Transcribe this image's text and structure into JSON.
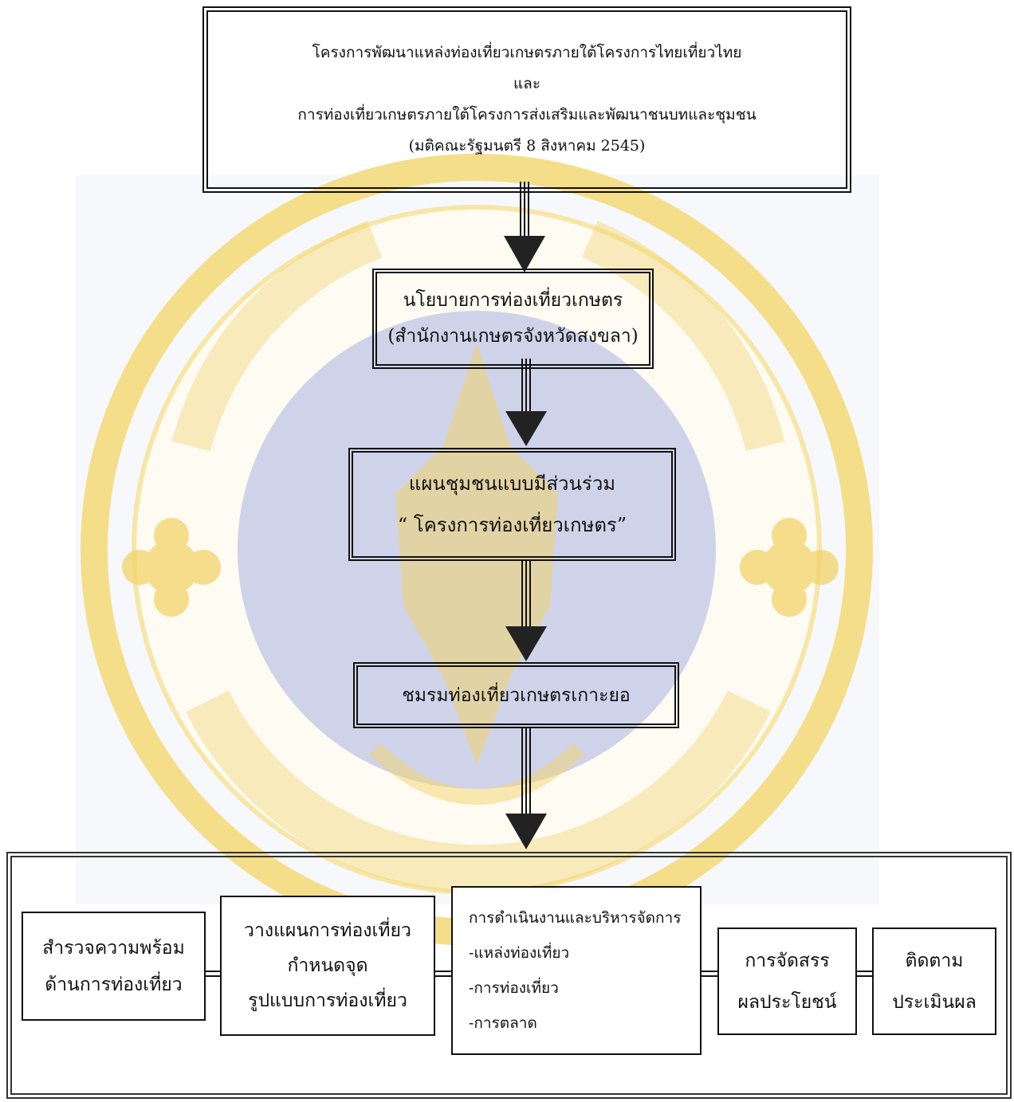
{
  "top_box": {
    "lines": [
      "โครงการพัฒนาแหล่งท่องเที่ยวเกษตรภายใต้โครงการไทยเที่ยวไทย",
      "และ",
      "การท่องเที่ยวเกษตรภายใต้โครงการส่งเสริมและพัฒนาชนบทและชุมชน",
      "(มติคณะรัฐมนตรี 8 สิงหาคม 2545)"
    ]
  },
  "policy_box": {
    "lines": [
      "นโยบายการท่องเที่ยวเกษตร",
      "(สำนักงานเกษตรจังหวัดสงขลา)"
    ]
  },
  "plan_box": {
    "lines": [
      "แผนชุมชนแบบมีส่วนร่วม",
      "“ โครงการท่องเที่ยวเกษตร”"
    ]
  },
  "club_box": {
    "label": "ชมรมท่องเที่ยวเกษตรเกาะยอ"
  },
  "steps": [
    {
      "lines": [
        "สำรวจความพร้อม",
        "ด้านการท่องเที่ยว"
      ]
    },
    {
      "lines": [
        "วางแผนการท่องเที่ยว",
        "กำหนดจุด",
        "รูปแบบการท่องเที่ยว"
      ]
    },
    {
      "lines": [
        "การดำเนินงานและบริหารจัดการ",
        "-แหล่งท่องเที่ยว",
        "-การท่องเที่ยว",
        "-การตลาด"
      ]
    },
    {
      "lines": [
        "การจัดสรร",
        "ผลประโยชน์"
      ]
    },
    {
      "lines": [
        "ติดตาม",
        "ประเมินผล"
      ]
    }
  ],
  "colors": {
    "watermark_gold": "#f3d36a",
    "watermark_blue": "#c9cde6",
    "border": "#111111"
  },
  "watermark": {
    "emblem_icon": "university-seal-watermark"
  }
}
